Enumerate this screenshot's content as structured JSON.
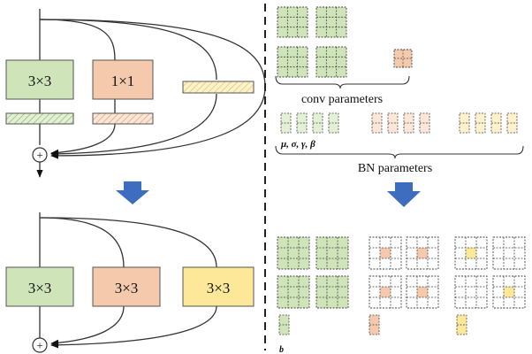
{
  "left": {
    "top_branches": [
      "3×3",
      "1×1"
    ],
    "bottom_branches": [
      "3×3",
      "3×3",
      "3×3"
    ],
    "add_symbol": "+"
  },
  "right": {
    "conv_label": "conv parameters",
    "bn_symbols": "μ,  σ,  γ,  β",
    "bn_label": "BN parameters",
    "bias_symbol": "b"
  },
  "colors": {
    "green": "#cfe5b9",
    "orange": "#f5c9ac",
    "yellow": "#fde89a",
    "arrow": "#3e6dbf",
    "stroke": "#555555"
  }
}
